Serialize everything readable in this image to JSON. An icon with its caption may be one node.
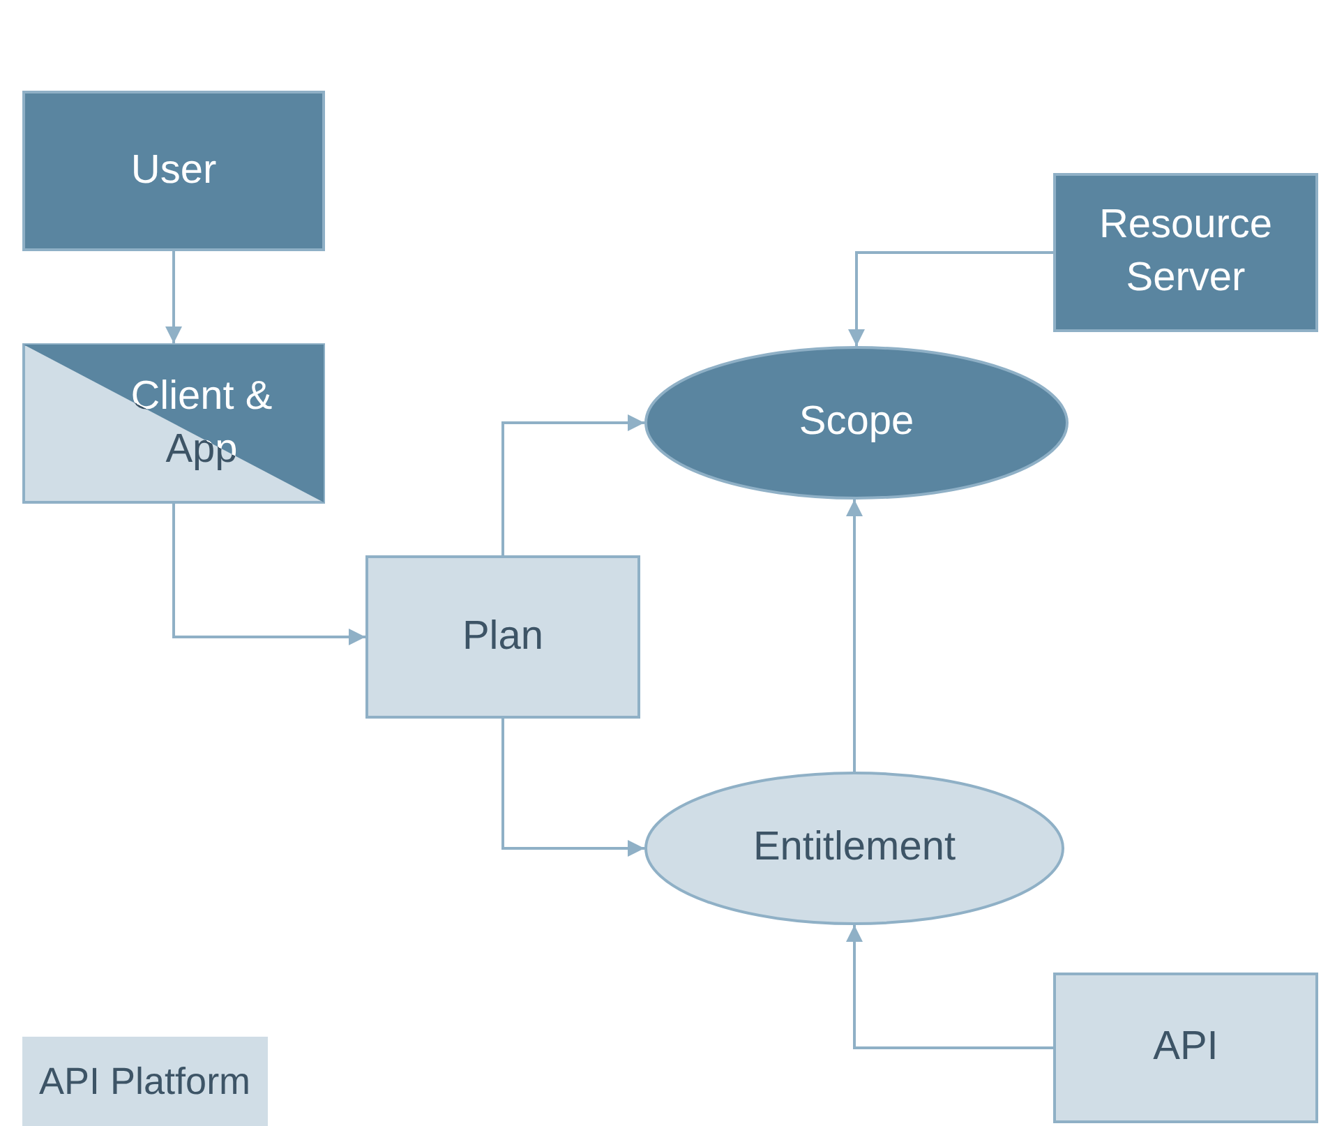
{
  "diagram": {
    "nodes": [
      {
        "text": [
          "User"
        ]
      },
      {
        "text": [
          "Client & App"
        ]
      },
      {
        "text": [
          "Resource Server"
        ]
      },
      {
        "text": [
          "Scope"
        ]
      },
      {
        "text": [
          "Plan"
        ]
      },
      {
        "text": [
          "Entitlement"
        ]
      },
      {
        "text": [
          "API"
        ]
      }
    ],
    "edges": [
      {
        "from": 0,
        "to": 1,
        "arrow": "to"
      },
      {
        "from": 1,
        "to": 4,
        "arrow": "to"
      },
      {
        "from": 4,
        "to": 3,
        "arrow": "to"
      },
      {
        "from": 2,
        "to": 3,
        "arrow": "to"
      },
      {
        "from": 4,
        "to": 5,
        "arrow": "to"
      },
      {
        "from": 5,
        "to": 3,
        "arrow": "to"
      },
      {
        "from": 6,
        "to": 5,
        "arrow": "to"
      }
    ],
    "legend": [
      {
        "text": "API Platform",
        "color": "#d0dde6"
      }
    ]
  }
}
